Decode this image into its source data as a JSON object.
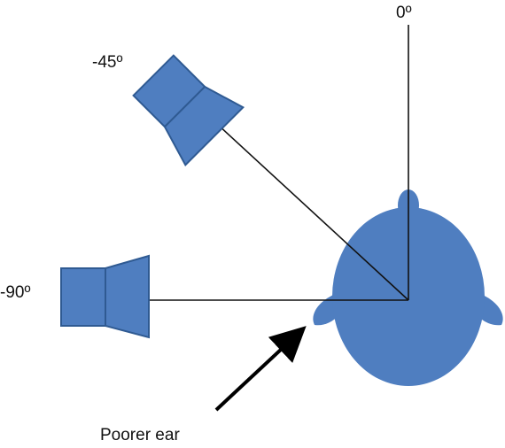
{
  "labels": {
    "angle_0": "0º",
    "angle_minus_45": "-45º",
    "angle_minus_90": "-90º",
    "poorer_ear": "Poorer ear"
  },
  "colors": {
    "fill": "#4f7ec0",
    "stroke": "#2f5a92",
    "line": "#111111",
    "arrow": "#000000"
  },
  "icons": {
    "speaker": "speaker-icon",
    "head": "head-icon",
    "arrow": "arrow-icon"
  }
}
